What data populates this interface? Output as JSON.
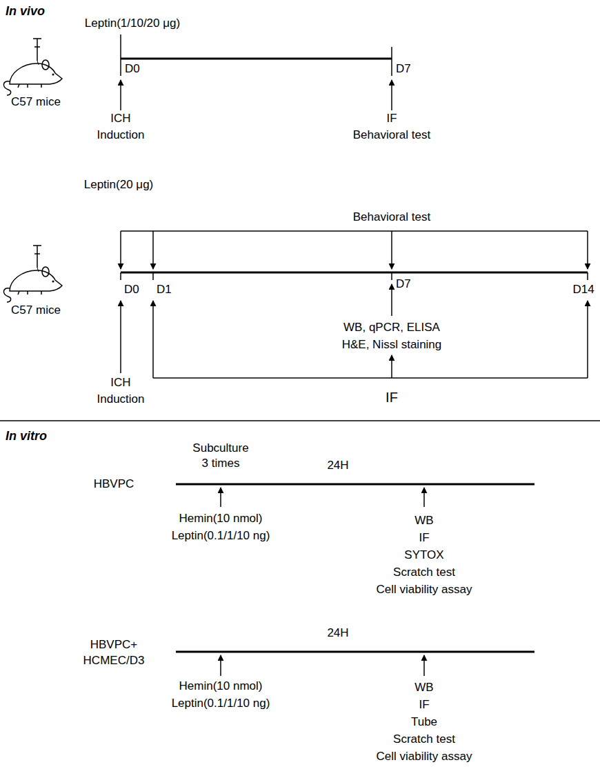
{
  "diagram": {
    "labels": [
      "In vivo",
      "Leptin(1/10/20 μg)",
      "C57 mice",
      "D0",
      "D7",
      "ICH",
      "Induction",
      "IF",
      "Behavioral test",
      "Leptin(20 μg)",
      "Behavioral test",
      "D0",
      "D1",
      "D7",
      "D14",
      "C57 mice",
      "WB, qPCR, ELISA",
      "H&E, Nissl staining",
      "ICH",
      "Induction",
      "IF",
      "In vitro",
      "Subculture",
      "3 times",
      "24H",
      "HBVPC",
      "Hemin(10 nmol)",
      "Leptin(0.1/1/10 ng)",
      "WB",
      "IF",
      "SYTOX",
      "Scratch test",
      "Cell viability assay",
      "24H",
      "HBVPC+",
      "HCMEC/D3",
      "Hemin(10 nmol)",
      "Leptin(0.1/1/10 ng)",
      "WB",
      "IF",
      "Tube",
      "Scratch test",
      "Cell viability assay"
    ]
  }
}
